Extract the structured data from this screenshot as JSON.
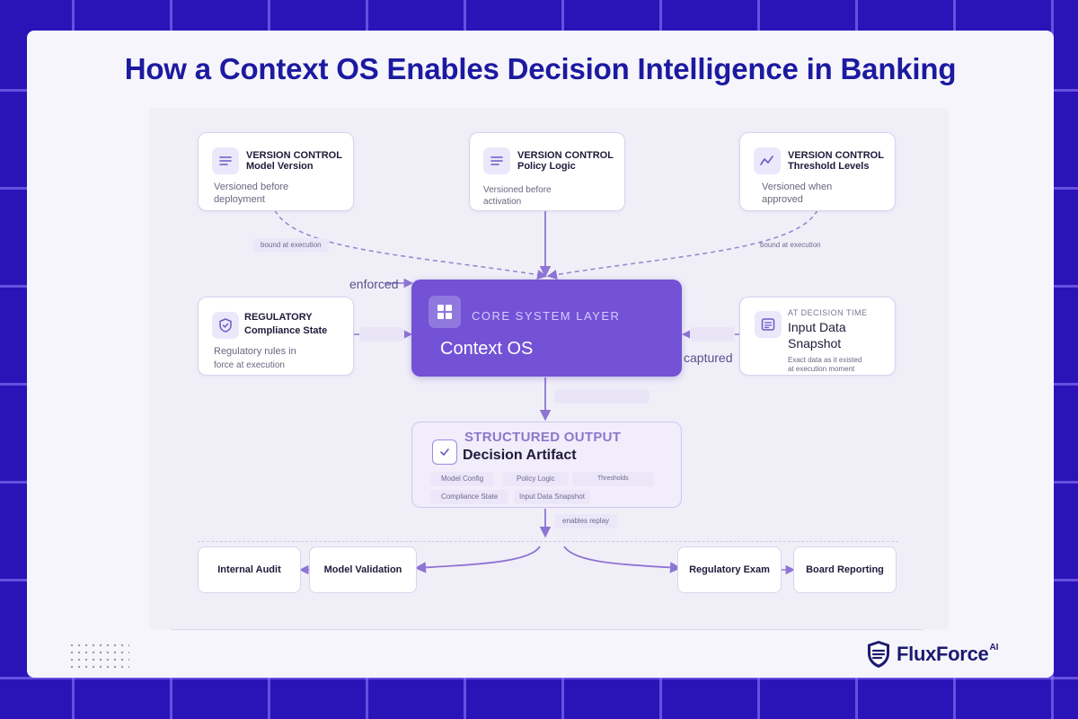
{
  "title": "How a Context OS Enables Decision Intelligence in Banking",
  "top_nodes": [
    {
      "kicker": "VERSION CONTROL",
      "title": "Model Version",
      "desc1": "Versioned before",
      "desc2": "deployment",
      "icon": "list-icon"
    },
    {
      "kicker": "VERSION CONTROL",
      "title": "Policy Logic",
      "desc1": "Versioned before",
      "desc2": "activation",
      "icon": "list-icon"
    },
    {
      "kicker": "VERSION CONTROL",
      "title": "Threshold Levels",
      "desc1": "Versioned when",
      "desc2": "approved",
      "icon": "trend-line-icon"
    }
  ],
  "edge_tags": {
    "left": "bound at execution",
    "right": "bound at execution"
  },
  "regulatory": {
    "kicker": "REGULATORY",
    "title": "Compliance State",
    "desc1": "Regulatory rules in",
    "desc2": "force at execution",
    "icon": "shield-check-icon"
  },
  "enforced_label": "enforced",
  "captured_label": "captured",
  "core": {
    "kicker": "CORE SYSTEM LAYER",
    "title": "Context OS",
    "icon": "grid-icon"
  },
  "snapshot": {
    "kicker": "AT DECISION TIME",
    "title1": "Input Data",
    "title2": "Snapshot",
    "desc1": "Exact data as it existed",
    "desc2": "at execution moment",
    "icon": "document-lines-icon"
  },
  "output": {
    "kicker": "STRUCTURED OUTPUT",
    "title": "Decision Artifact",
    "icon": "checkbox-icon",
    "tags": [
      "Model Config",
      "Policy Logic",
      "Thresholds",
      "Compliance State",
      "Input Data Snapshot"
    ]
  },
  "replay_label": "enables replay",
  "consumers": [
    "Internal Audit",
    "Model Validation",
    "Regulatory Exam",
    "Board Reporting"
  ],
  "brand": {
    "name": "FluxForce",
    "suffix": "AI",
    "icon": "fluxforce-shield-logo"
  },
  "colors": {
    "background": "#2a14b8",
    "title": "#1c1aa0",
    "core": "#7352d6",
    "arrow": "#8e74d3"
  }
}
